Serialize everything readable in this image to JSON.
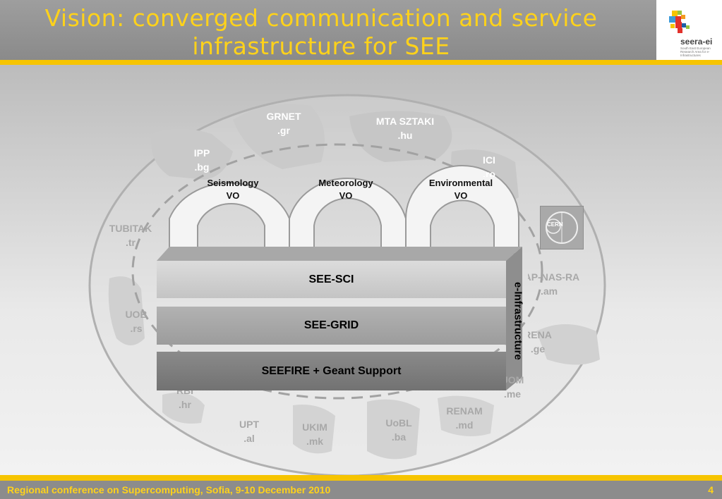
{
  "header": {
    "title_line1": "Vision: converged communication and service",
    "title_line2": "infrastructure for SEE",
    "logo_name": "seera-ei",
    "logo_subtitle": "South East European Research Area for e-Infrastructures"
  },
  "nodes": [
    {
      "name": "GRNET",
      "domain": ".gr"
    },
    {
      "name": "MTA SZTAKI",
      "domain": ".hu"
    },
    {
      "name": "IPP",
      "domain": ".bg"
    },
    {
      "name": "ICI",
      "domain": ".ro"
    },
    {
      "name": "TUBITAK",
      "domain": ".tr"
    },
    {
      "name": "UOB",
      "domain": ".rs"
    },
    {
      "name": "IIAP-NAS-RA",
      "domain": ".am"
    },
    {
      "name": "RENA",
      "domain": ".ge"
    },
    {
      "name": "UOM",
      "domain": ".me"
    },
    {
      "name": "RBI",
      "domain": ".hr"
    },
    {
      "name": "RENAM",
      "domain": ".md"
    },
    {
      "name": "UPT",
      "domain": ".al"
    },
    {
      "name": "UKIM",
      "domain": ".mk"
    },
    {
      "name": "UoBL",
      "domain": ".ba"
    }
  ],
  "vos": [
    {
      "line1": "Seismology",
      "line2": "VO"
    },
    {
      "line1": "Meteorology",
      "line2": "VO"
    },
    {
      "line1": "Environmental",
      "line2": "VO"
    }
  ],
  "layers": {
    "sci": "SEE-SCI",
    "grid": "SEE-GRID",
    "fire": "SEEFIRE + Geant Support",
    "side": "e-Infrastructure"
  },
  "cern_logo": "CERN",
  "footer": {
    "text": "Regional conference on Supercomputing, Sofia, 9-10 December 2010",
    "page": "4"
  },
  "colors": {
    "accent": "#f6c400",
    "title": "#ffd21a",
    "header_bg": "#8c8c8c"
  }
}
